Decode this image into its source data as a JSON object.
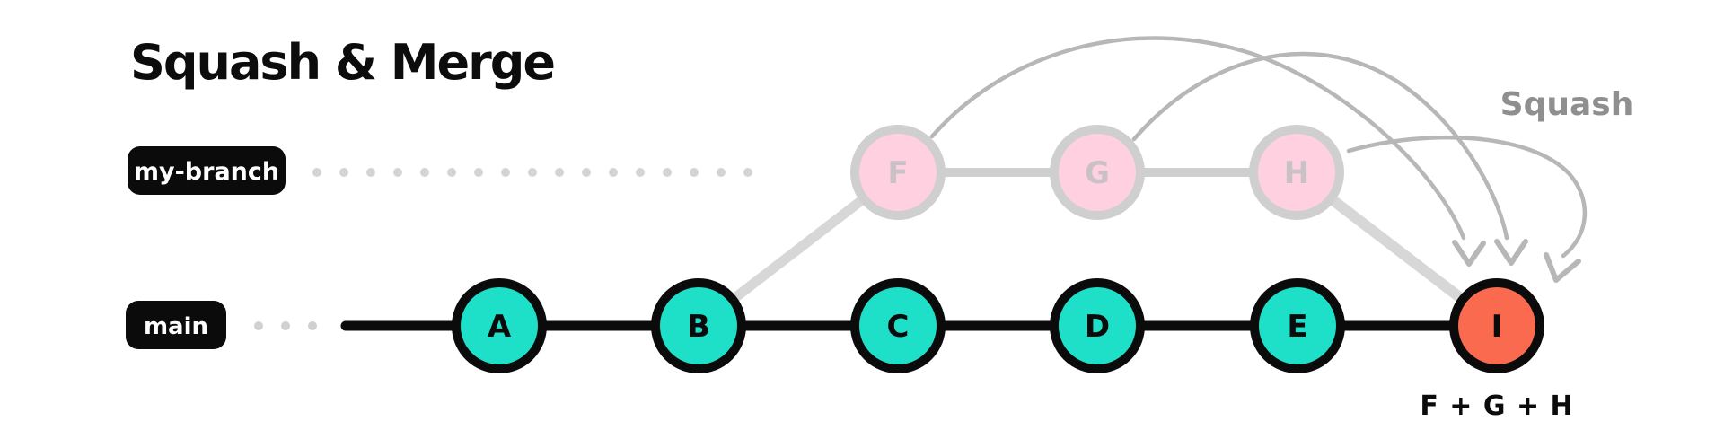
{
  "title": "Squash & Merge",
  "branches": {
    "my_branch": {
      "label": "my-branch",
      "state": "squashed-faded",
      "commits": [
        {
          "id": "F"
        },
        {
          "id": "G"
        },
        {
          "id": "H"
        }
      ]
    },
    "main": {
      "label": "main",
      "commits": [
        {
          "id": "A"
        },
        {
          "id": "B"
        },
        {
          "id": "C"
        },
        {
          "id": "D"
        },
        {
          "id": "E"
        },
        {
          "id": "I",
          "note": "F + G + H",
          "type": "squash-merge-commit"
        }
      ]
    }
  },
  "annotations": {
    "squash_label": "Squash",
    "squash_result": "F + G + H"
  },
  "colors": {
    "commit_teal": "#1ee0c8",
    "squash_commit_red": "#fa6a4f",
    "faded_commit_pink": "#ffd1e0",
    "faded_stroke_gray": "#cfcfcf",
    "arrow_gray": "#b7b7b7",
    "squash_text_gray": "#8f8f8f",
    "line_black": "#0b0b0b",
    "branch_label_bg": "#0b0b0b",
    "branch_label_text": "#ffffff"
  }
}
